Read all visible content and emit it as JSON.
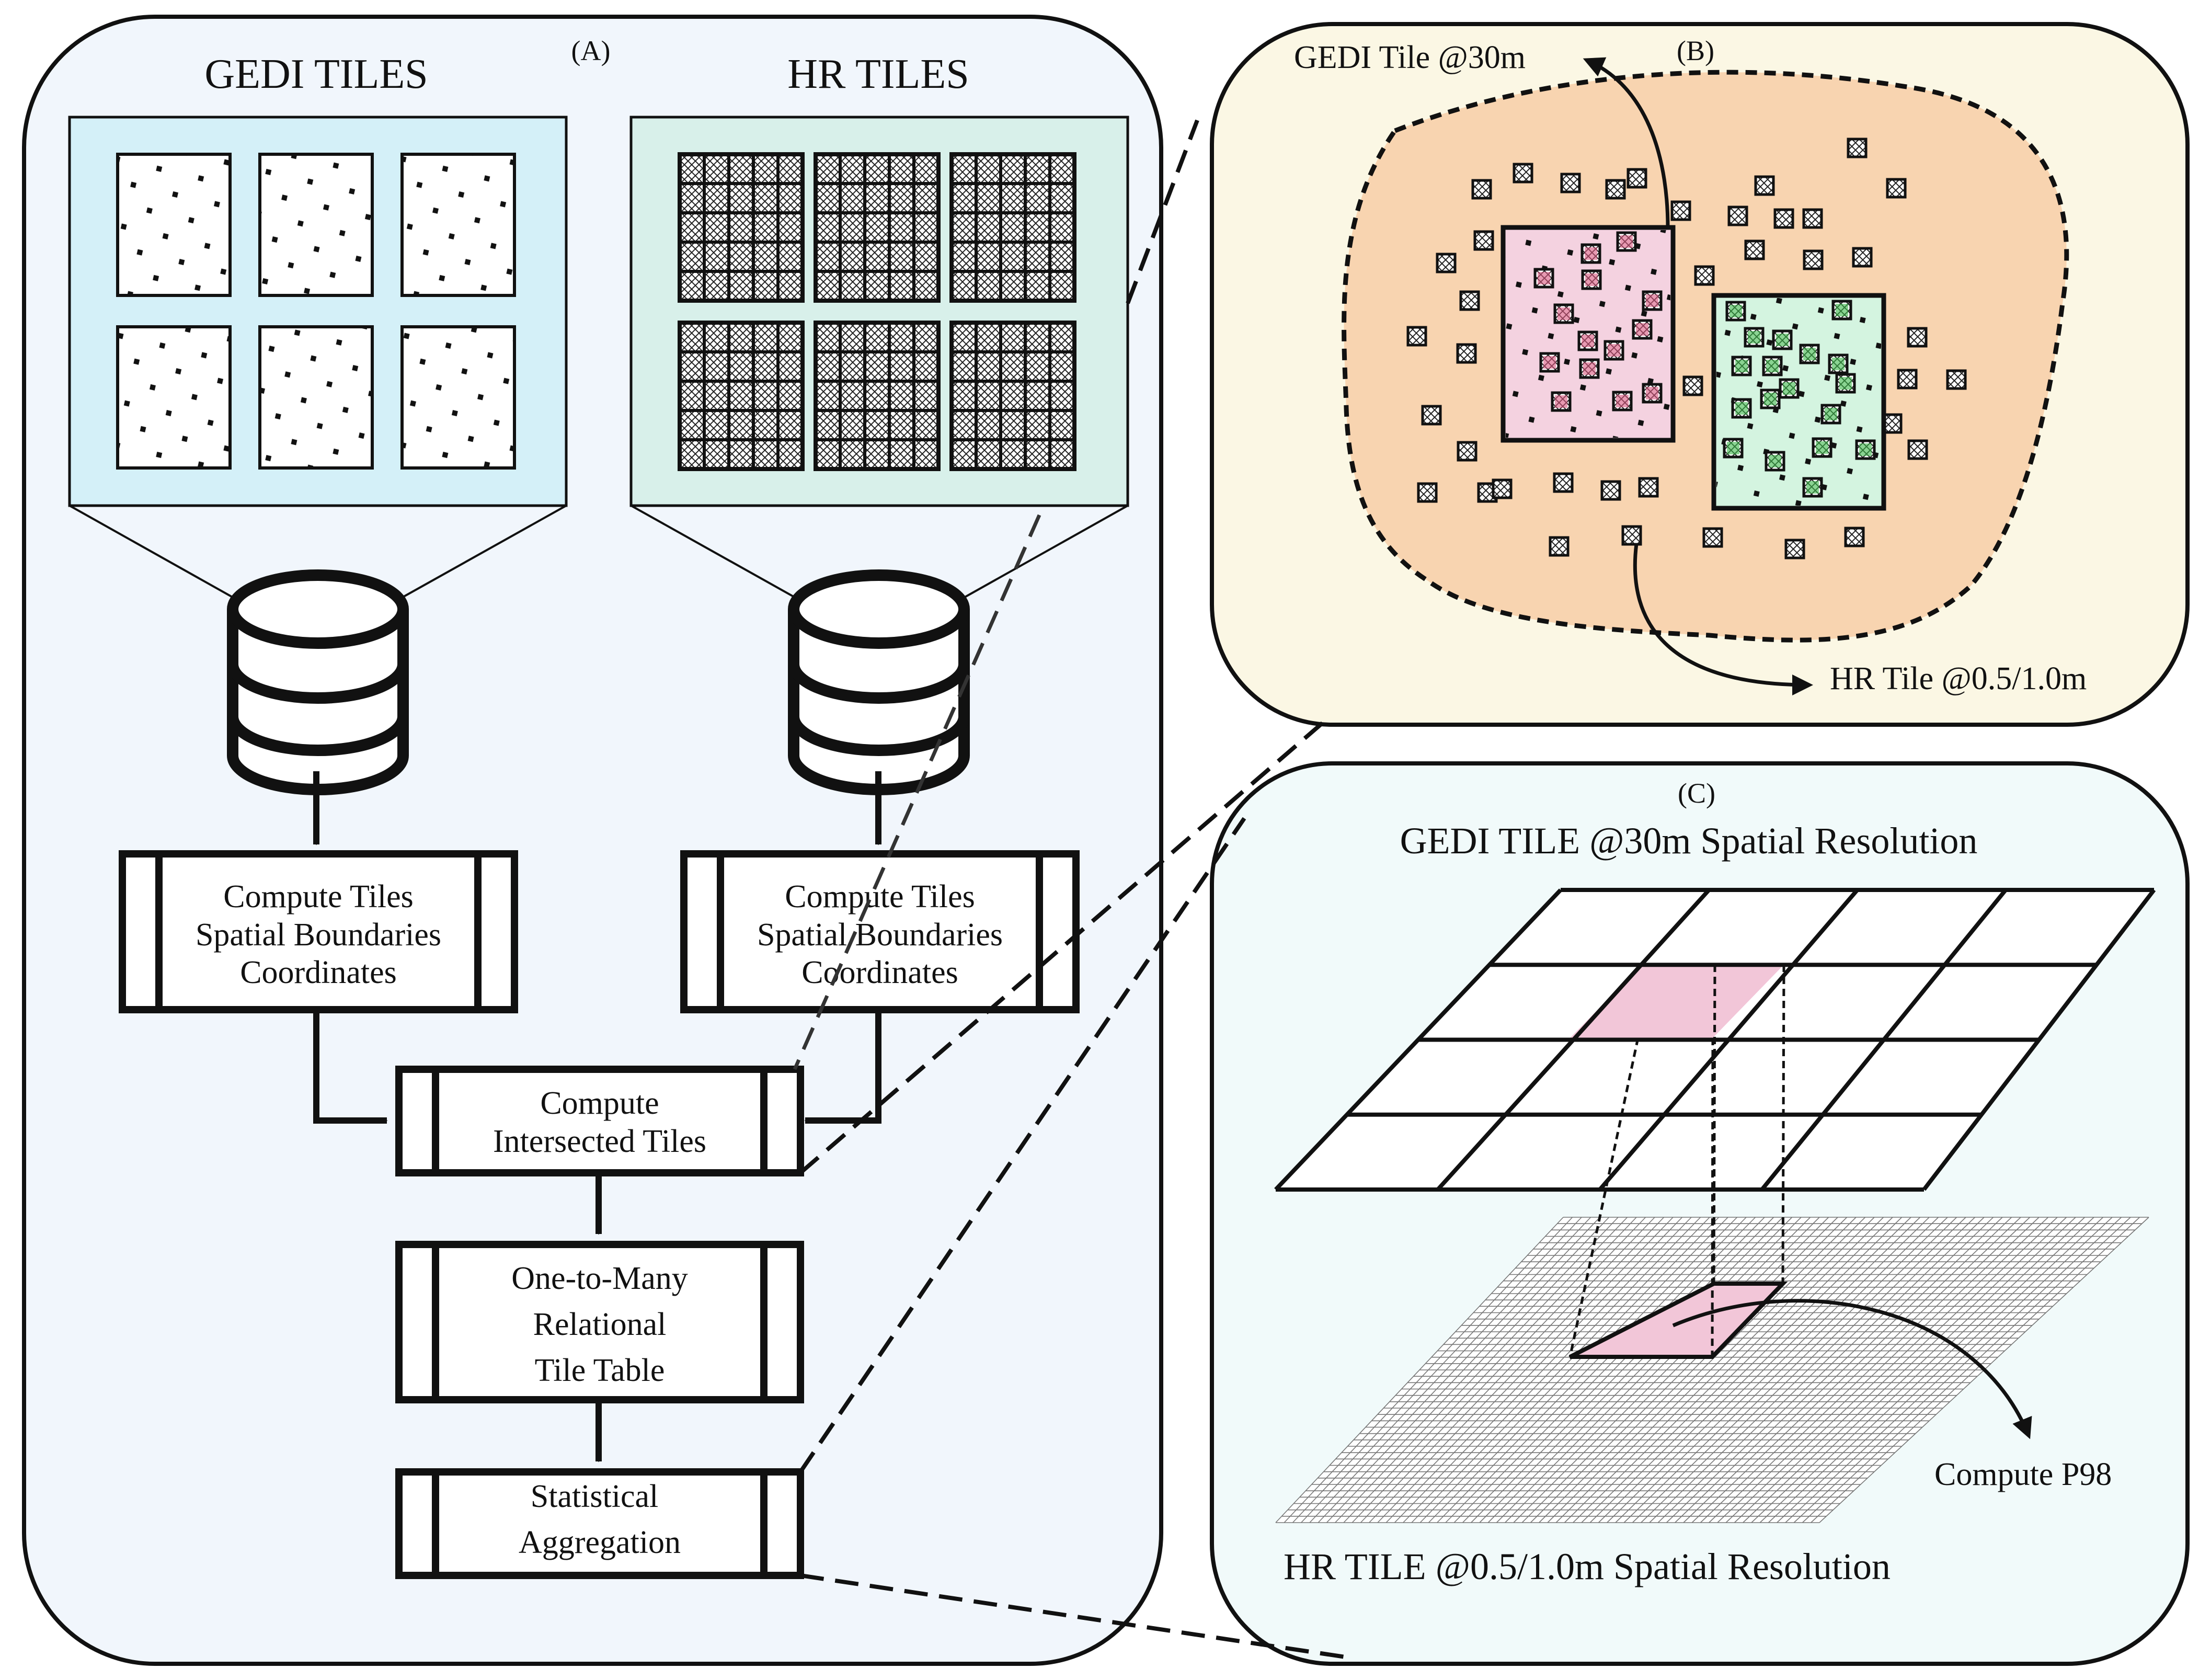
{
  "panel_a": {
    "tag": "(A)",
    "gedi_heading": "GEDI TILES",
    "hr_heading": "HR TILES",
    "gedi_compute": [
      "Compute Tiles",
      "Spatial Boundaries",
      "Coordinates"
    ],
    "hr_compute": [
      "Compute Tiles",
      "Spatial Boundaries",
      "Coordinates"
    ],
    "intersect": [
      "Compute",
      "Intersected Tiles"
    ],
    "relational": [
      "One-to-Many",
      "Relational",
      "Tile Table"
    ],
    "aggregation": [
      "Statistical",
      "Aggregation"
    ]
  },
  "panel_b": {
    "tag": "(B)",
    "gedi_label": "GEDI Tile @30m",
    "hr_label": "HR Tile @0.5/1.0m"
  },
  "panel_c": {
    "tag": "(C)",
    "top_label": "GEDI TILE @30m Spatial Resolution",
    "bottom_label": "HR TILE @0.5/1.0m Spatial Resolution",
    "compute_label": "Compute P98"
  },
  "colors": {
    "panel_a_bg": "#f1f6fc",
    "panel_b_bg": "#fbf7e4",
    "panel_c_bg": "#f1fafa",
    "gedi_tiles_bg": "#d4f0f8",
    "hr_tiles_bg": "#d8f0ea",
    "region_fill": "#f8d4b0",
    "pink_tile": "#f4d2e0",
    "green_tile": "#d4f4e0",
    "highlight": "#f2c6d8"
  }
}
